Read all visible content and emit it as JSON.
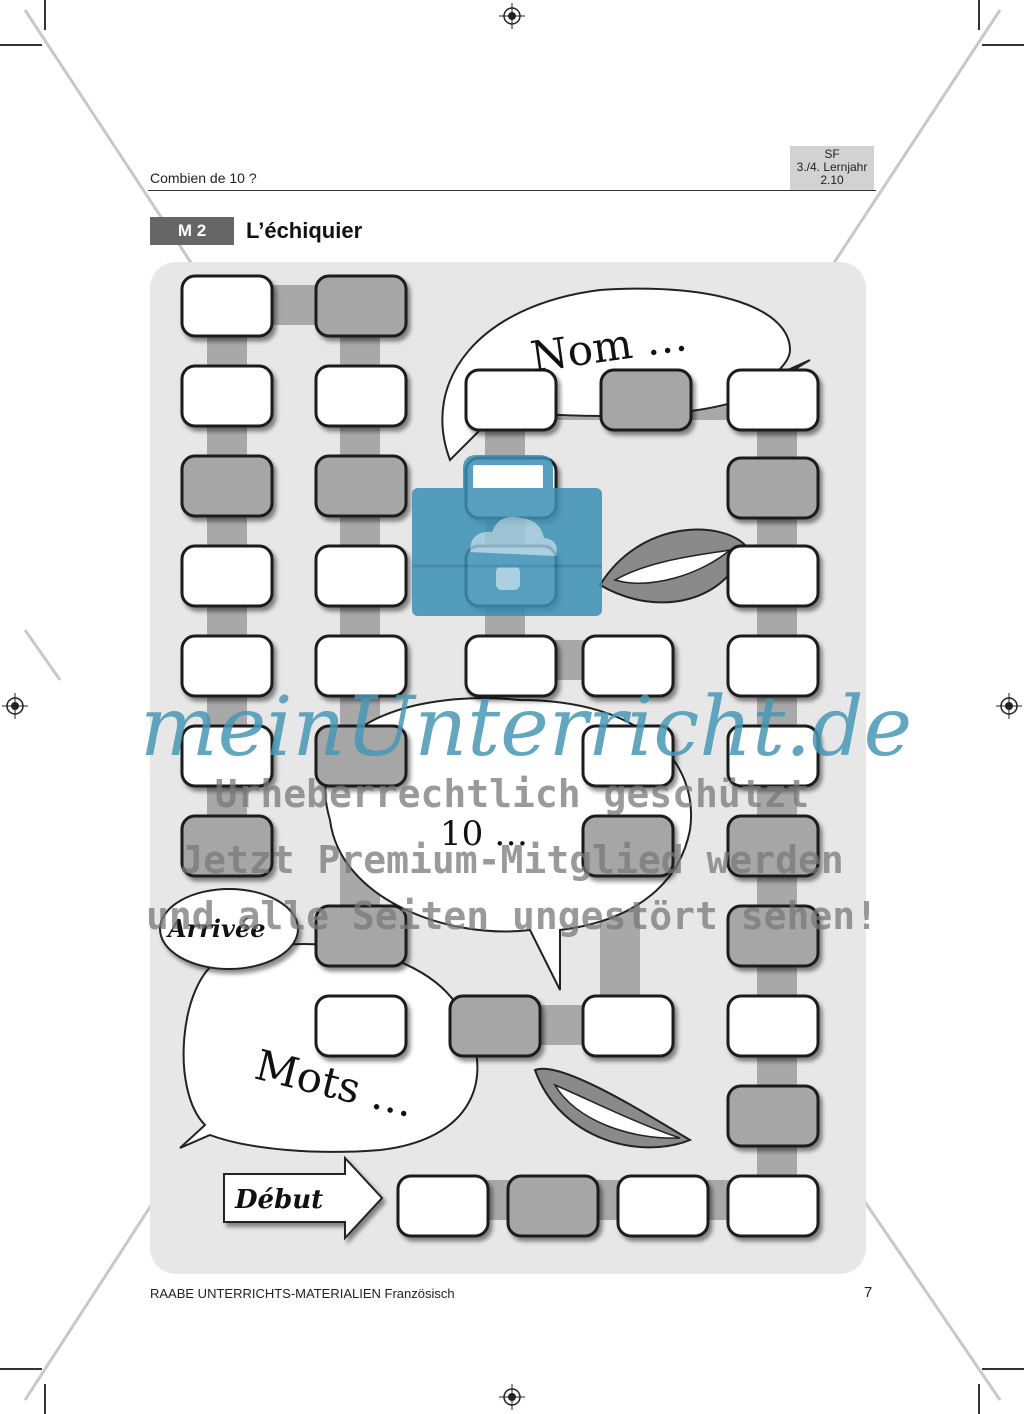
{
  "header": {
    "unit_title": "Combien de 10 ?",
    "tag_subject": "SF",
    "tag_year": "3./4. Lernjahr",
    "tag_number": "2.10"
  },
  "material": {
    "label": "M 2",
    "title": "L’échiquier"
  },
  "board": {
    "bubble_top": "Nom …",
    "bubble_middle": "10 …",
    "bubble_bottom": "Mots …",
    "finish_label": "Arrivée",
    "start_label": "Début"
  },
  "watermark": {
    "logo": "meinUnterricht.de",
    "line1": "Urheberrechtlich geschützt",
    "line2": "Jetzt Premium-Mitglied werden",
    "line3": "und alle Seiten ungestört sehen!"
  },
  "footer": {
    "publisher": "RAABE UNTERRICHTS-MATERIALIEN Französisch",
    "page_number": "7"
  }
}
